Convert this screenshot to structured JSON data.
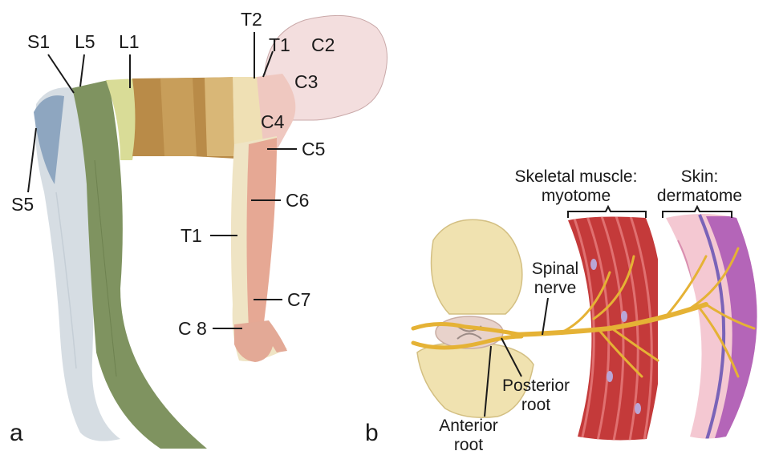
{
  "panel_a": {
    "letter": "a",
    "labels": {
      "s1": "S1",
      "l5": "L5",
      "l1": "L1",
      "t2": "T2",
      "t1_top": "T1",
      "c2": "C2",
      "c3": "C3",
      "c4": "C4",
      "c5": "C5",
      "c6": "C6",
      "s5": "S5",
      "t1_arm": "T1",
      "c7": "C7",
      "c8": "C 8"
    }
  },
  "panel_b": {
    "letter": "b",
    "labels": {
      "skeletal_line1": "Skeletal muscle:",
      "skeletal_line2": "myotome",
      "skin_line1": "Skin:",
      "skin_line2": "dermatome",
      "spinal_line1": "Spinal",
      "spinal_line2": "nerve",
      "posterior_line1": "Posterior",
      "posterior_line2": "root",
      "anterior_line1": "Anterior",
      "anterior_line2": "root"
    }
  }
}
